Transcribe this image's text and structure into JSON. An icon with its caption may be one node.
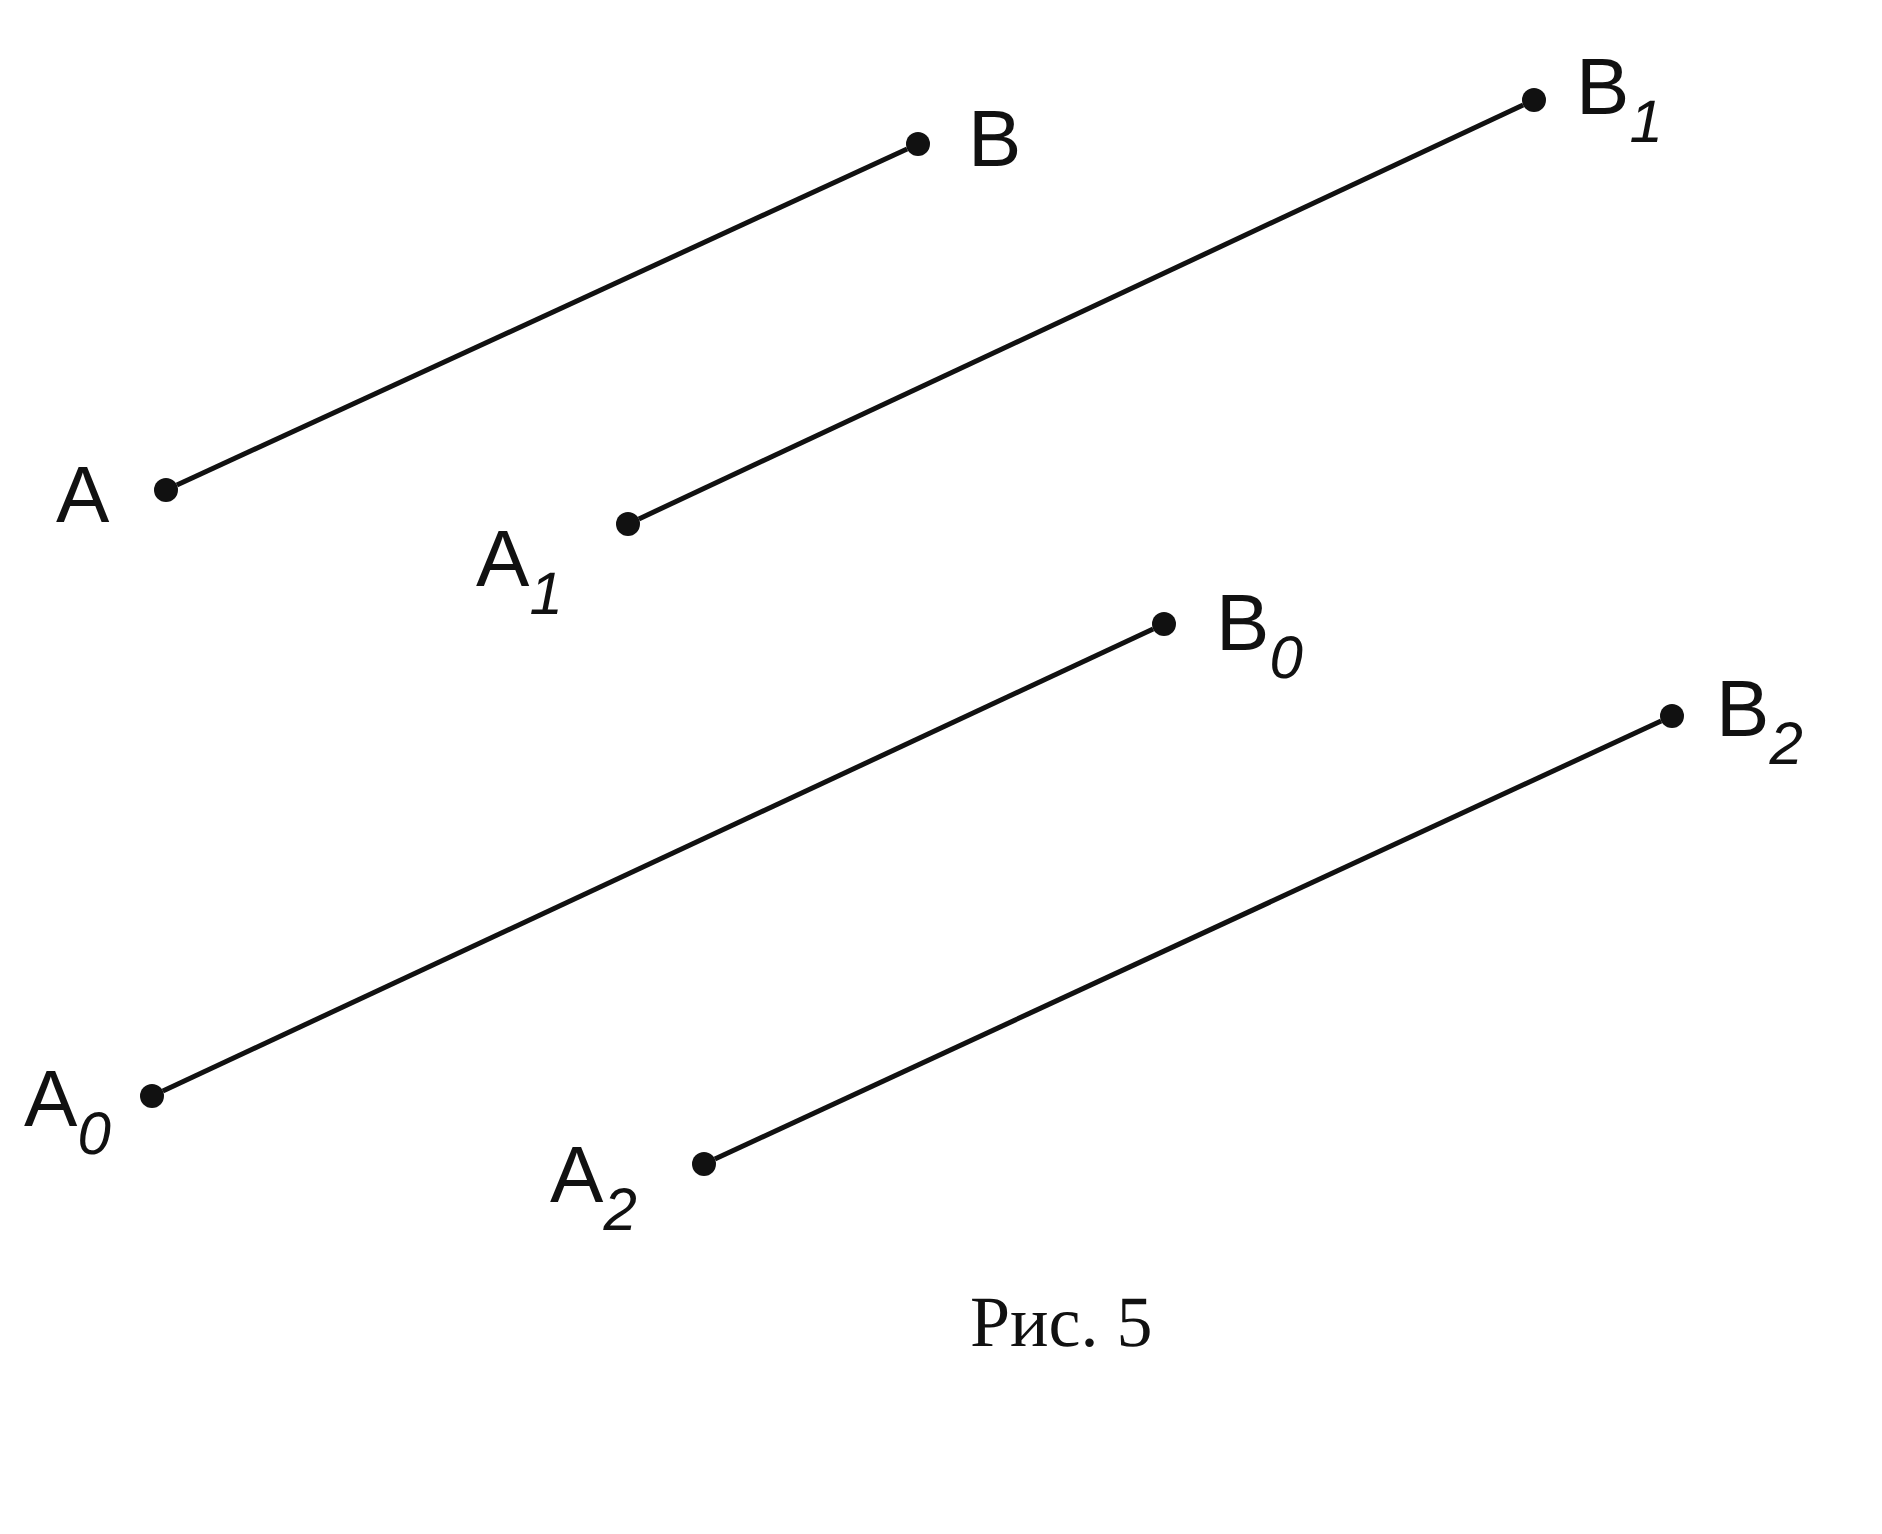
{
  "diagram": {
    "caption": "Рис. 5",
    "nodes": [
      {
        "text": [
          "B$_{1}$"
        ]
      },
      {
        "text": [
          "B"
        ]
      },
      {
        "text": [
          "A"
        ]
      },
      {
        "text": [
          "A$_{1}$"
        ]
      },
      {
        "text": [
          "B$_{0}$"
        ]
      },
      {
        "text": [
          "B$_{2}$"
        ]
      },
      {
        "text": [
          "A$_{0}$"
        ]
      },
      {
        "text": [
          "A$_{2}$"
        ]
      }
    ],
    "edges": [
      {
        "from": 2,
        "to": 1,
        "arrow": "none"
      },
      {
        "from": 3,
        "to": 0,
        "arrow": "none"
      },
      {
        "from": 6,
        "to": 4,
        "arrow": "none"
      },
      {
        "from": 7,
        "to": 5,
        "arrow": "none"
      }
    ]
  }
}
